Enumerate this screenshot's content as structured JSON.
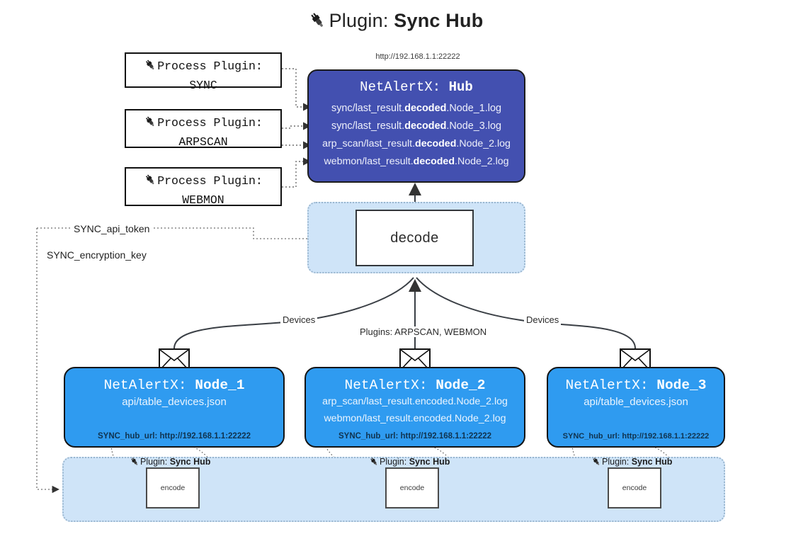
{
  "title": {
    "prefix": "Plugin:",
    "name": "Sync Hub",
    "icon": "plug-icon"
  },
  "hub": {
    "url": "http://192.168.1.1:22222",
    "title_prefix": "NetAlertX:",
    "title_name": "Hub",
    "logs": [
      {
        "pre": "sync/last_result.",
        "mid": "decoded",
        "post": ".Node_1.log"
      },
      {
        "pre": "sync/last_result.",
        "mid": "decoded",
        "post": ".Node_3.log"
      },
      {
        "pre": "arp_scan/last_result.",
        "mid": "decoded",
        "post": ".Node_2.log"
      },
      {
        "pre": "webmon/last_result.",
        "mid": "decoded",
        "post": ".Node_2.log"
      }
    ]
  },
  "process_plugins": [
    {
      "line1": "Process Plugin:",
      "line2": "SYNC"
    },
    {
      "line1": "Process Plugin:",
      "line2": "ARPSCAN"
    },
    {
      "line1": "Process Plugin:",
      "line2": "WEBMON"
    }
  ],
  "decode": {
    "label": "decode"
  },
  "settings_edges": [
    {
      "label": "SYNC_api_token"
    },
    {
      "label": "SYNC_encryption_key"
    }
  ],
  "flow_labels": {
    "devices_left": "Devices",
    "devices_right": "Devices",
    "plugins_center": "Plugins: ARPSCAN, WEBMON"
  },
  "nodes": [
    {
      "title_prefix": "NetAlertX:",
      "title_name": "Node_1",
      "lines": [
        "api/table_devices.json"
      ],
      "hub_url_label": "SYNC_hub_url: http://192.168.1.1:22222"
    },
    {
      "title_prefix": "NetAlertX:",
      "title_name": "Node_2",
      "lines": [
        "arp_scan/last_result.encoded.Node_2.log",
        "webmon/last_result.encoded.Node_2.log"
      ],
      "hub_url_label": "SYNC_hub_url: http://192.168.1.1:22222"
    },
    {
      "title_prefix": "NetAlertX:",
      "title_name": "Node_3",
      "lines": [
        "api/table_devices.json"
      ],
      "hub_url_label": "SYNC_hub_url: http://192.168.1.1:22222"
    }
  ],
  "encoders": [
    {
      "plugin_prefix": "Plugin:",
      "plugin_name": "Sync Hub",
      "box_label": "encode"
    },
    {
      "plugin_prefix": "Plugin:",
      "plugin_name": "Sync Hub",
      "box_label": "encode"
    },
    {
      "plugin_prefix": "Plugin:",
      "plugin_name": "Sync Hub",
      "box_label": "encode"
    }
  ],
  "colors": {
    "hub_blue": "#4350b0",
    "node_blue": "#2f9bf0",
    "zone_blue": "#cfe4f8",
    "zone_border": "#9ab6cf",
    "line": "#3a3f45"
  }
}
